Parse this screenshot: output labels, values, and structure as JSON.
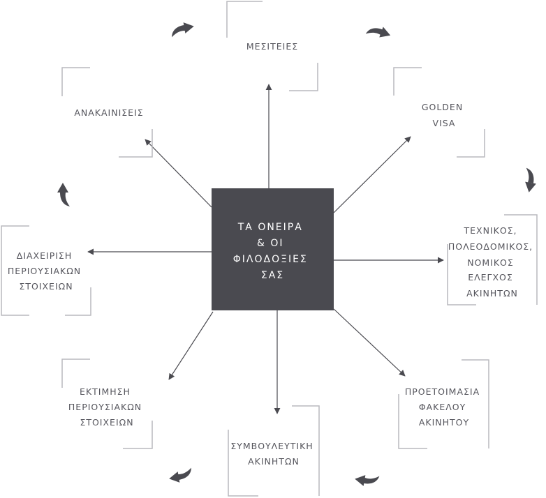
{
  "center": {
    "lines": [
      "ΤΑ ΟΝΕΙΡΑ",
      "& ΟΙ",
      "ΦΙΛΟΔΟΞΙΕΣ",
      "ΣΑΣ"
    ]
  },
  "nodes": {
    "mesiteies": {
      "lines": [
        "ΜΕΣΙΤΕΙΕΣ"
      ]
    },
    "golden_visa": {
      "lines": [
        "GOLDEN",
        "VISA"
      ]
    },
    "technikos": {
      "lines": [
        "ΤΕΧΝΙΚΟΣ,",
        "ΠΟΛΕΟΔΟΜΙΚΟΣ,",
        "ΝΟΜΙΚΟΣ",
        "ΕΛΕΓΧΟΣ",
        "ΑΚΙΝΗΤΩΝ"
      ]
    },
    "proetoimasia": {
      "lines": [
        "ΠΡΟΕΤΟΙΜΑΣΙΑ",
        "ΦΑΚΕΛΟΥ",
        "ΑΚΙΝΗΤΟΥ"
      ]
    },
    "symvouleutiki": {
      "lines": [
        "ΣΥΜΒΟΥΛΕΥΤΙΚΗ",
        "ΑΚΙΝΗΤΩΝ"
      ]
    },
    "ektimisi": {
      "lines": [
        "ΕΚΤΙΜΗΣΗ",
        "ΠΕΡΙΟΥΣΙΑΚΩΝ",
        "ΣΤΟΙΧΕΙΩΝ"
      ]
    },
    "diaxeirisi": {
      "lines": [
        "ΔΙΑΧΕΙΡΙΣΗ",
        "ΠΕΡΙΟΥΣΙΑΚΩΝ",
        "ΣΤΟΙΧΕΙΩΝ"
      ]
    },
    "anakainiseis": {
      "lines": [
        "ΑΝΑΚΑΙΝΙΣΕΙΣ"
      ]
    }
  },
  "colors": {
    "center_fill": "#4a4a50",
    "frame": "#b9b9be",
    "arrow": "#4a4a50",
    "label": "#55555c"
  }
}
